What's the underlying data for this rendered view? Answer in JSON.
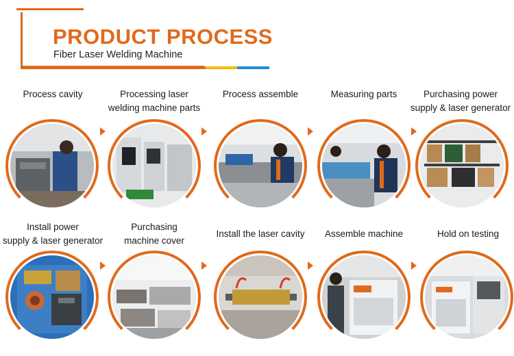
{
  "header": {
    "title": "PRODUCT PROCESS",
    "subtitle": "Fiber Laser Welding  Machine"
  },
  "colors": {
    "accent_orange": "#e06a1b",
    "accent_yellow": "#f5b800",
    "accent_blue": "#1c8fd9"
  },
  "steps": [
    {
      "label": "Process cavity",
      "icon": "machining-photo"
    },
    {
      "label": "Processing laser\nwelding machine parts",
      "icon": "cnc-machines-photo"
    },
    {
      "label": "Process assemble",
      "icon": "assembly-bench-photo"
    },
    {
      "label": "Measuring parts",
      "icon": "measuring-photo"
    },
    {
      "label": "Purchasing power\nsupply & laser generator",
      "icon": "shelves-photo"
    },
    {
      "label": "Install power\nsupply & laser generator",
      "icon": "wiring-cabinet-photo"
    },
    {
      "label": "Purchasing\nmachine cover",
      "icon": "covers-photo"
    },
    {
      "label": "Install the laser cavity",
      "icon": "laser-cavity-photo"
    },
    {
      "label": "Assemble machine",
      "icon": "machine-assembly-photo"
    },
    {
      "label": "Hold on testing",
      "icon": "testing-photo"
    }
  ]
}
